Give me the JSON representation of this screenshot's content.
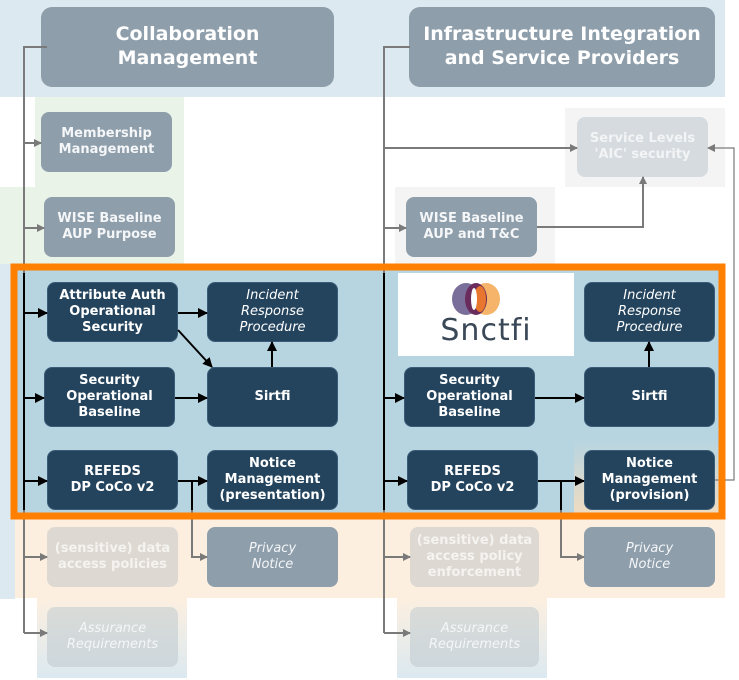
{
  "diagram": {
    "columns": {
      "left": {
        "header": "Collaboration\nManagement",
        "boxes": {
          "membership": "Membership\nManagement",
          "wise_aup": "WISE Baseline\nAUP Purpose",
          "attr_auth": "Attribute Auth\nOperational\nSecurity",
          "incident": "Incident\nResponse\nProcedure",
          "sec_baseline": "Security\nOperational\nBaseline",
          "sirtfi": "Sirtfi",
          "refeds": "REFEDS\nDP CoCo v2",
          "notice": "Notice\nManagement\n(presentation)",
          "data_access": "(sensitive) data\naccess policies",
          "privacy": "Privacy\nNotice",
          "assurance": "Assurance\nRequirements"
        }
      },
      "right": {
        "header": "Infrastructure Integration\nand Service Providers",
        "boxes": {
          "service_levels": "Service Levels\n'AIC' security",
          "wise_aup": "WISE Baseline\nAUP and T&C",
          "incident": "Incident\nResponse\nProcedure",
          "sec_baseline": "Security\nOperational\nBaseline",
          "sirtfi": "Sirtfi",
          "refeds": "REFEDS\nDP CoCo v2",
          "notice": "Notice\nManagement\n(provision)",
          "data_access": "(sensitive) data\naccess policy\nenforcement",
          "privacy": "Privacy\nNotice",
          "assurance": "Assurance\nRequirements"
        }
      }
    },
    "logo": {
      "text": "Snctfi",
      "icon": "interlocking-rings-icon"
    },
    "colors": {
      "highlight": "#ff7f00",
      "header_band": "#dce9f0",
      "core_band": "#b7d5e1",
      "privacy_band": "#fcefe0",
      "green_band": "#eaf3e8",
      "dark_box": "#24445e",
      "grey_box": "#8e9eab"
    }
  }
}
